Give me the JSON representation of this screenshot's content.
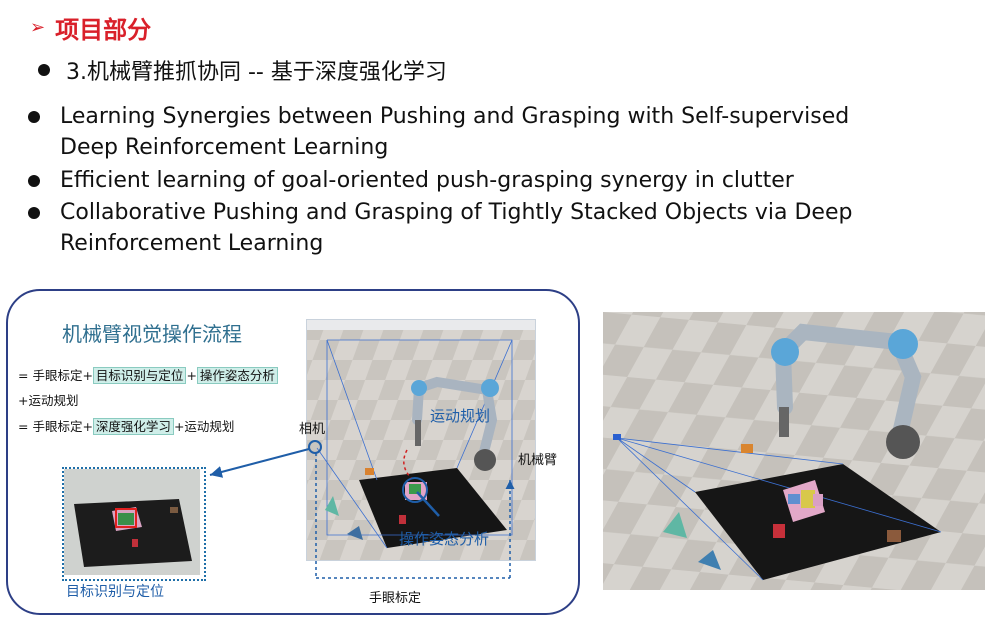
{
  "section": {
    "title": "项目部分"
  },
  "subtitle": "3.机械臂推抓协同 -- 基于深度强化学习",
  "papers": [
    {
      "line1": "Learning Synergies between Pushing and Grasping with Self-supervised",
      "line2": "Deep Reinforcement Learning"
    },
    {
      "line1": "Efficient learning of goal-oriented push-grasping synergy in clutter"
    },
    {
      "line1": "Collaborative Pushing and Grasping of Tightly Stacked Objects via Deep",
      "line2": "Reinforcement Learning"
    }
  ],
  "figure": {
    "title": "机械臂视觉操作流程",
    "flow1": {
      "a": "= 手眼标定+",
      "b": "目标识别与定位",
      "c": "+",
      "d": "操作姿态分析",
      "e": "+运动规划"
    },
    "flow2": {
      "a": "= 手眼标定+",
      "b": "深度强化学习",
      "c": "+运动规划"
    },
    "labels": {
      "camera": "相机",
      "motion": "运动规划",
      "arm": "机械臂",
      "pose": "操作姿态分析",
      "detect": "目标识别与定位",
      "handeye": "手眼标定"
    }
  },
  "colors": {
    "accent_red": "#d9202a",
    "frame_blue": "#2d3f86",
    "label_blue": "#1f5ea8",
    "highlight": "#cfeee9"
  }
}
